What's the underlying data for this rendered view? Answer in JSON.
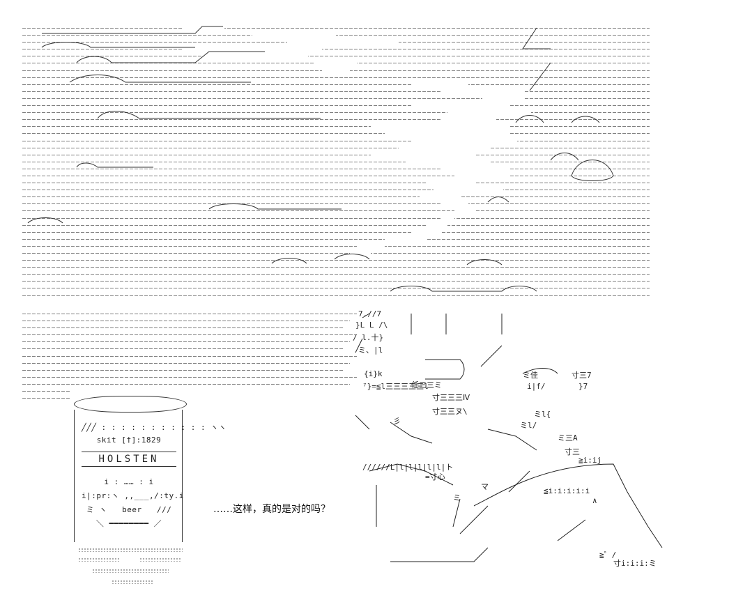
{
  "scene": {
    "type": "ascii-art",
    "sky_rows": 39
  },
  "can": {
    "label_top": "skit",
    "badge": "†",
    "year": "1829",
    "brand": "HOLSTEN",
    "dots": "……",
    "code": "pr",
    "suffix": "ty",
    "word": "beer"
  },
  "dialogue": {
    "text": "……这样，真的是对的吗？"
  },
  "figure": {
    "glyphs": [
      "7.//7",
      "}L L /\\",
      "/ l.十}",
      "ミ、|l",
      "{i}k",
      "任三三ミ",
      "ミ佳",
      "寸三7",
      "⁷}=≦l三三三三三l",
      "i|f/",
      "}7",
      "寸三三三Ⅳ",
      "寸三三ヌ\\",
      "彡",
      "ミl/",
      "ミl{",
      "ミ三A",
      "寸三",
      "≧i:ij",
      "//////L|l|l|l|l|l|ト",
      "=寸心",
      "≦i:i:i:i:i",
      "マ",
      "ミ",
      "∧",
      "≧゜/",
      "寸i:i:i:ミ"
    ]
  }
}
